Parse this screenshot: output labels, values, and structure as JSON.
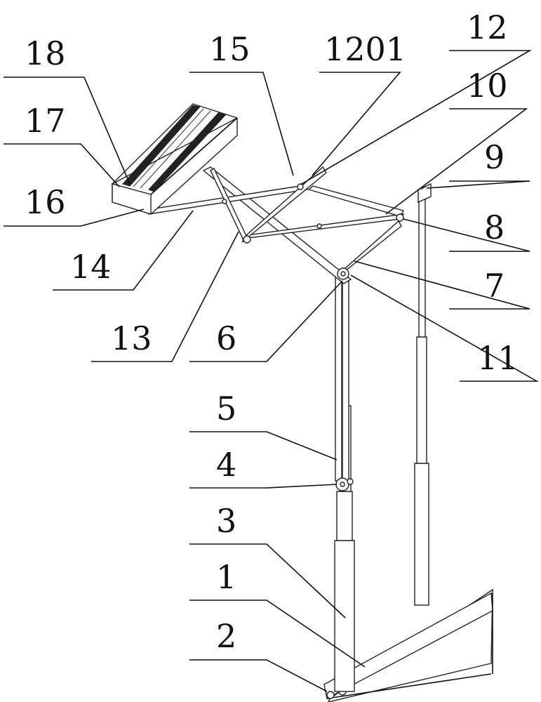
{
  "figure": {
    "labels": [
      {
        "id": "18",
        "text": "18"
      },
      {
        "id": "17",
        "text": "17"
      },
      {
        "id": "16",
        "text": "16"
      },
      {
        "id": "14",
        "text": "14"
      },
      {
        "id": "13",
        "text": "13"
      },
      {
        "id": "15",
        "text": "15"
      },
      {
        "id": "1201",
        "text": "1201"
      },
      {
        "id": "12",
        "text": "12"
      },
      {
        "id": "10",
        "text": "10"
      },
      {
        "id": "9",
        "text": "9"
      },
      {
        "id": "8",
        "text": "8"
      },
      {
        "id": "7",
        "text": "7"
      },
      {
        "id": "11",
        "text": "11"
      },
      {
        "id": "6",
        "text": "6"
      },
      {
        "id": "5",
        "text": "5"
      },
      {
        "id": "4",
        "text": "4"
      },
      {
        "id": "3",
        "text": "3"
      },
      {
        "id": "1",
        "text": "1"
      },
      {
        "id": "2",
        "text": "2"
      }
    ]
  }
}
